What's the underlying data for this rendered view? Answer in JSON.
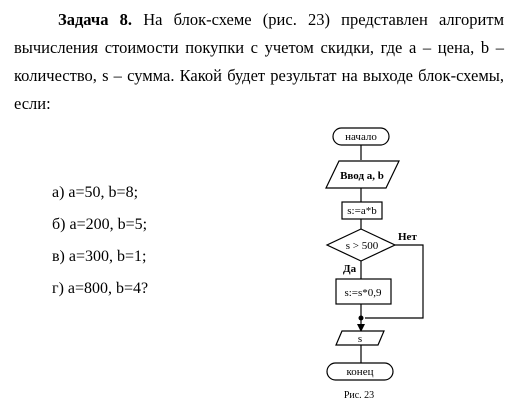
{
  "task": {
    "title": "Задача 8.",
    "text": "На блок-схеме (рис. 23) представлен алгоритм вычисления стоимости покупки с учетом скидки, где a – цена, b – количество, s – сумма. Какой будет результат на выходе блок-схемы, если:"
  },
  "options": [
    "а) a=50,   b=8;",
    "б) a=200,   b=5;",
    "в) a=300,   b=1;",
    "г) a=800,   b=4?"
  ],
  "flowchart": {
    "start": "начало",
    "input": "Ввод a, b",
    "assign": "s:=a*b",
    "condition": "s > 500",
    "no_label": "Нет",
    "yes_label": "Да",
    "discount": "s:=s*0,9",
    "output": "s",
    "end": "конец",
    "caption": "Рис. 23"
  }
}
